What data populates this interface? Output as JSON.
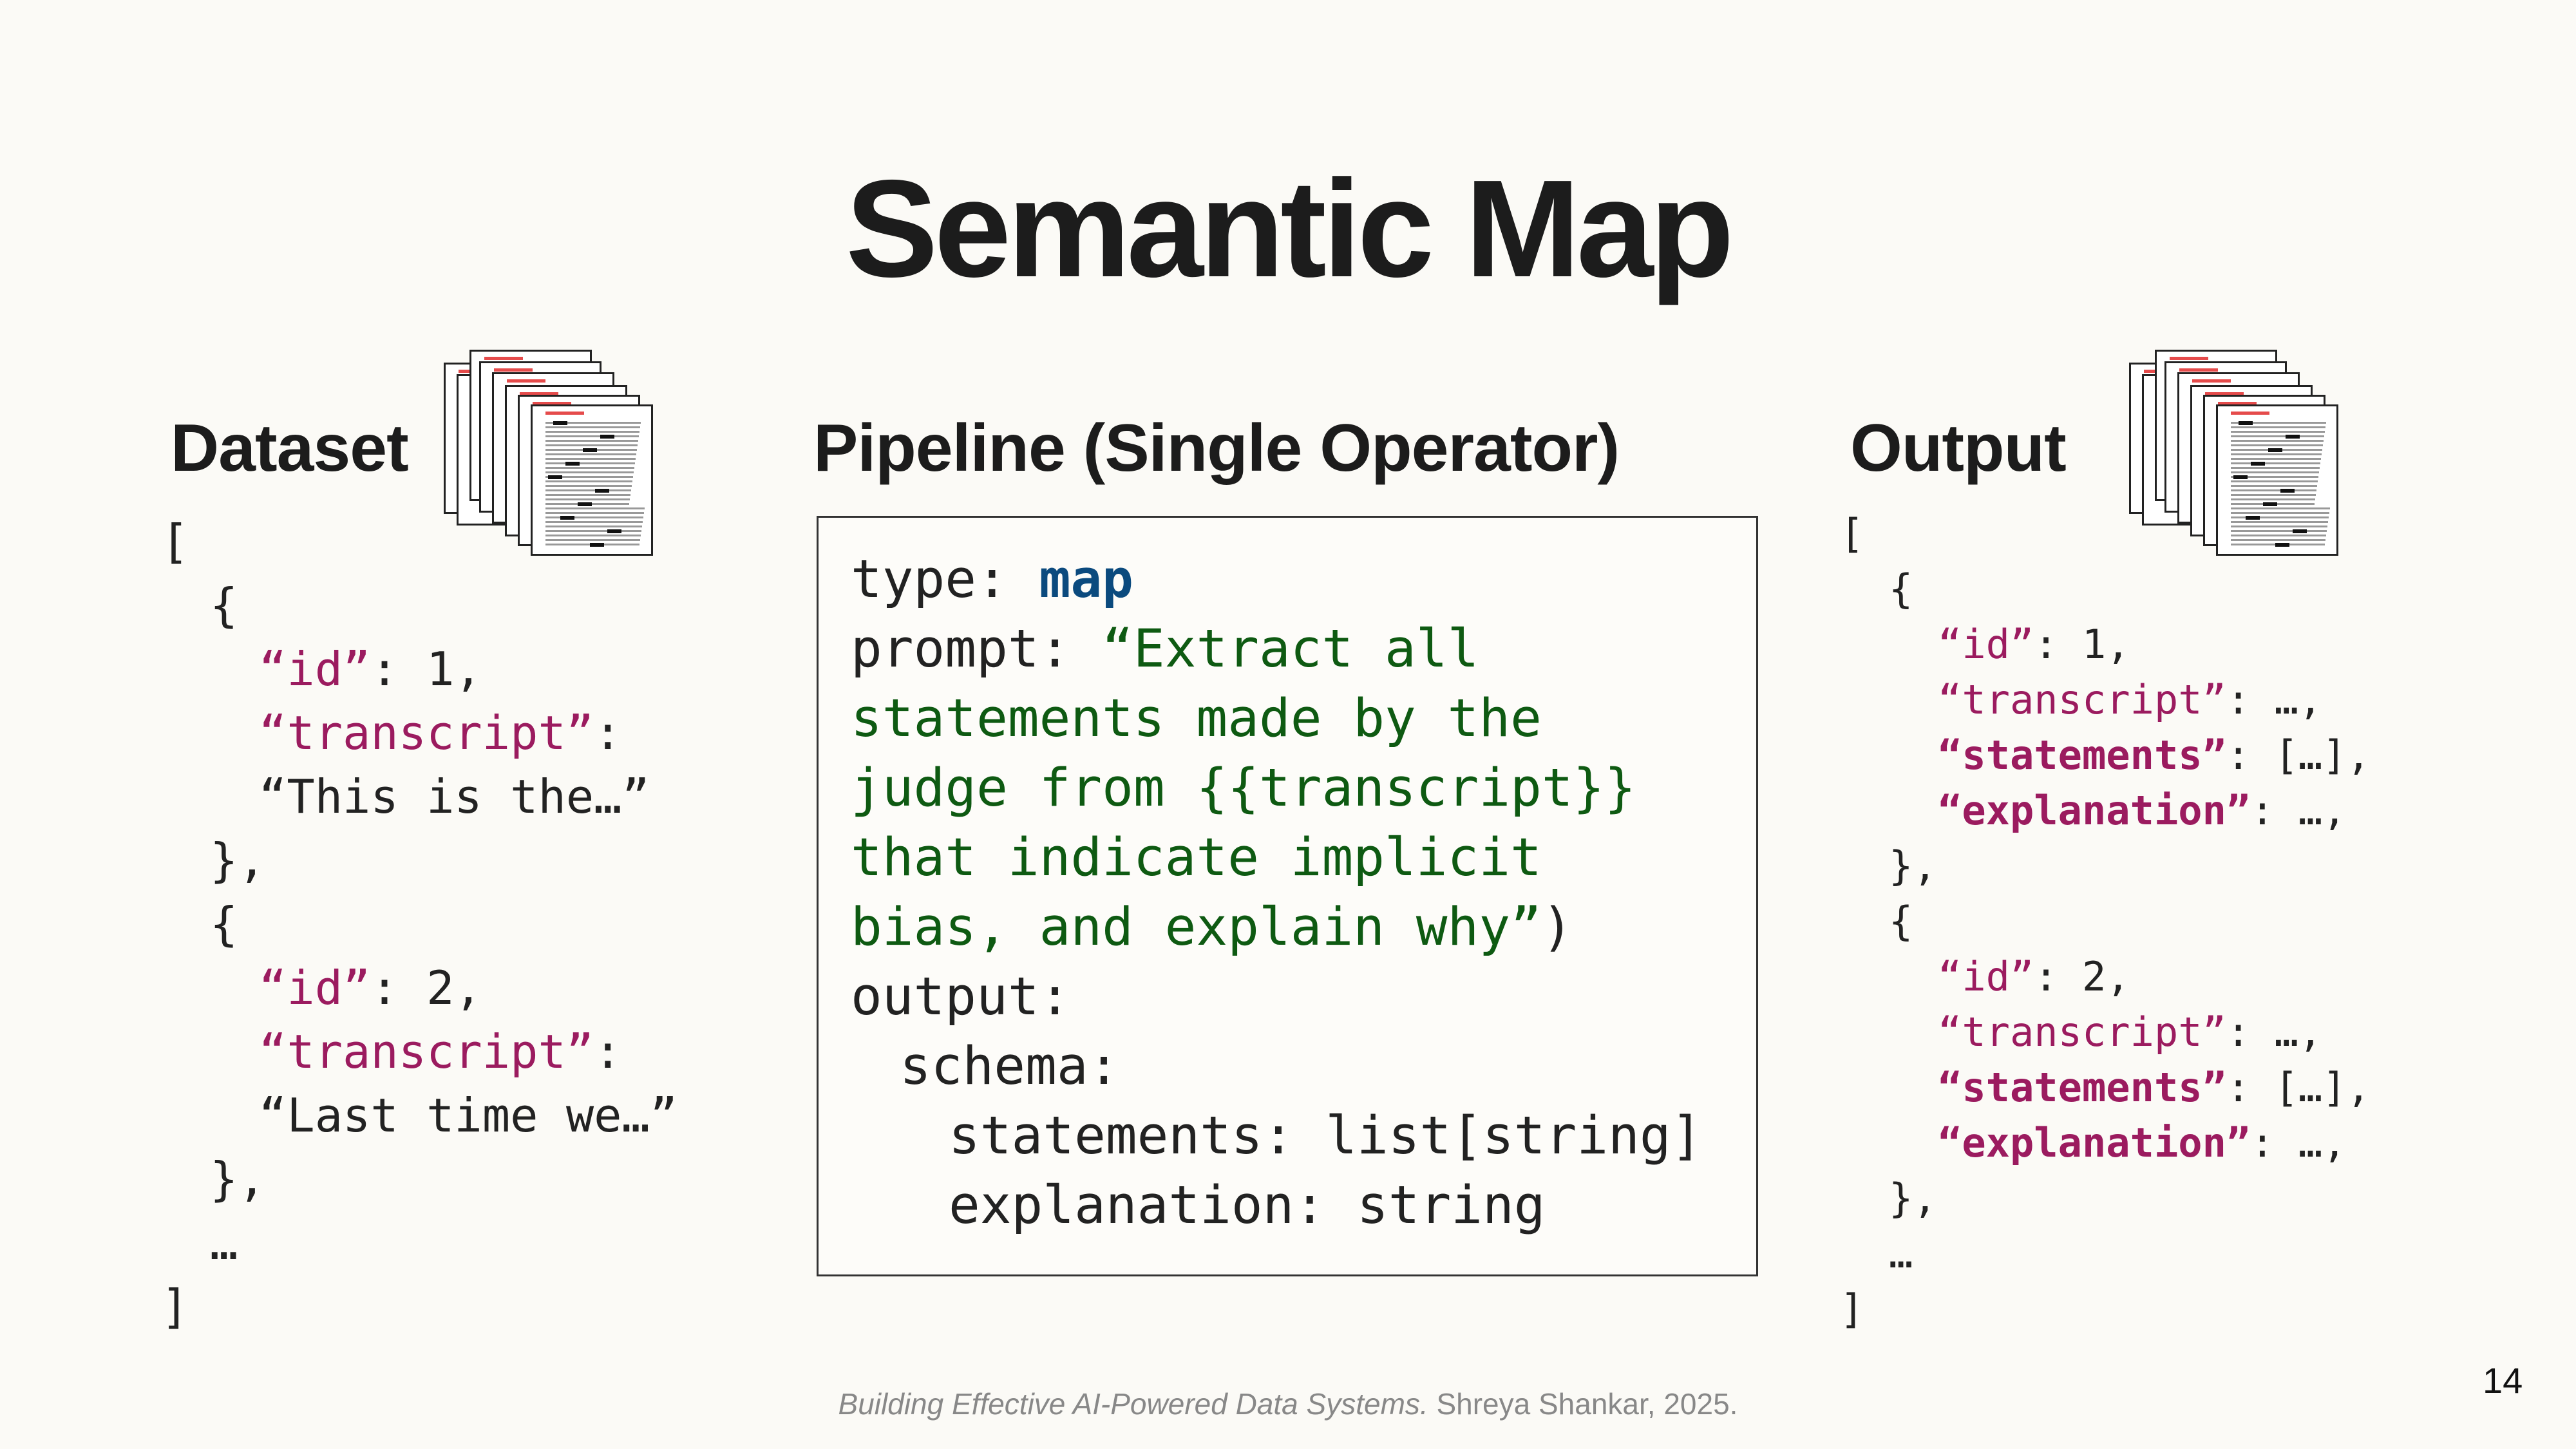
{
  "slide": {
    "title": "Semantic Map",
    "page_number": "14",
    "footer": {
      "citation_title": "Building Effective AI-Powered Data Systems.",
      "citation_rest": " Shreya Shankar, 2025."
    }
  },
  "dataset": {
    "heading": "Dataset",
    "icon": "document-stack-icon",
    "lines": [
      {
        "indent": 0,
        "segments": [
          {
            "text": "[",
            "style": "plain"
          }
        ]
      },
      {
        "indent": 1,
        "segments": [
          {
            "text": "{",
            "style": "plain"
          }
        ]
      },
      {
        "indent": 2,
        "segments": [
          {
            "text": "“id”",
            "style": "key"
          },
          {
            "text": ": 1,",
            "style": "plain"
          }
        ]
      },
      {
        "indent": 2,
        "segments": [
          {
            "text": "“transcript”",
            "style": "key"
          },
          {
            "text": ":",
            "style": "plain"
          }
        ]
      },
      {
        "indent": 2,
        "segments": [
          {
            "text": "“This is the…”",
            "style": "plain"
          }
        ]
      },
      {
        "indent": 1,
        "segments": [
          {
            "text": "},",
            "style": "plain"
          }
        ]
      },
      {
        "indent": 1,
        "segments": [
          {
            "text": "{",
            "style": "plain"
          }
        ]
      },
      {
        "indent": 2,
        "segments": [
          {
            "text": "“id”",
            "style": "key"
          },
          {
            "text": ": 2,",
            "style": "plain"
          }
        ]
      },
      {
        "indent": 2,
        "segments": [
          {
            "text": "“transcript”",
            "style": "key"
          },
          {
            "text": ":",
            "style": "plain"
          }
        ]
      },
      {
        "indent": 2,
        "segments": [
          {
            "text": "“Last time we…”",
            "style": "plain"
          }
        ]
      },
      {
        "indent": 1,
        "segments": [
          {
            "text": "},",
            "style": "plain"
          }
        ]
      },
      {
        "indent": 1,
        "segments": [
          {
            "text": "…",
            "style": "plain"
          }
        ]
      },
      {
        "indent": 0,
        "segments": [
          {
            "text": "]",
            "style": "plain"
          }
        ]
      }
    ]
  },
  "pipeline": {
    "heading": "Pipeline (Single Operator)",
    "lines": [
      {
        "indent": 0,
        "segments": [
          {
            "text": "type: ",
            "style": "plain"
          },
          {
            "text": "map",
            "style": "kw"
          }
        ]
      },
      {
        "indent": 0,
        "segments": [
          {
            "text": "prompt: ",
            "style": "plain"
          },
          {
            "text": "“Extract all",
            "style": "str"
          }
        ]
      },
      {
        "indent": 0,
        "segments": [
          {
            "text": "statements made by the",
            "style": "str"
          }
        ]
      },
      {
        "indent": 0,
        "segments": [
          {
            "text": "judge from {{transcript}}",
            "style": "str"
          }
        ]
      },
      {
        "indent": 0,
        "segments": [
          {
            "text": "that indicate implicit",
            "style": "str"
          }
        ]
      },
      {
        "indent": 0,
        "segments": [
          {
            "text": "bias, and explain why”",
            "style": "str"
          },
          {
            "text": ")",
            "style": "plain"
          }
        ]
      },
      {
        "indent": 0,
        "segments": [
          {
            "text": "output:",
            "style": "plain"
          }
        ]
      },
      {
        "indent": 1,
        "segments": [
          {
            "text": "schema:",
            "style": "plain"
          }
        ]
      },
      {
        "indent": 2,
        "segments": [
          {
            "text": "statements: list[string]",
            "style": "plain"
          }
        ]
      },
      {
        "indent": 2,
        "segments": [
          {
            "text": "explanation: string",
            "style": "plain"
          }
        ]
      }
    ]
  },
  "output": {
    "heading": "Output",
    "icon": "document-stack-icon",
    "lines": [
      {
        "indent": 0,
        "segments": [
          {
            "text": "[",
            "style": "plain"
          }
        ]
      },
      {
        "indent": 1,
        "segments": [
          {
            "text": "{",
            "style": "plain"
          }
        ]
      },
      {
        "indent": 2,
        "segments": [
          {
            "text": "“id”",
            "style": "key"
          },
          {
            "text": ": 1,",
            "style": "plain"
          }
        ]
      },
      {
        "indent": 2,
        "segments": [
          {
            "text": "“transcript”",
            "style": "key"
          },
          {
            "text": ": …,",
            "style": "plain"
          }
        ]
      },
      {
        "indent": 2,
        "segments": [
          {
            "text": "“statements”",
            "style": "keyb"
          },
          {
            "text": ": […],",
            "style": "plain"
          }
        ]
      },
      {
        "indent": 2,
        "segments": [
          {
            "text": "“explanation”",
            "style": "keyb"
          },
          {
            "text": ": …,",
            "style": "plain"
          }
        ]
      },
      {
        "indent": 1,
        "segments": [
          {
            "text": "},",
            "style": "plain"
          }
        ]
      },
      {
        "indent": 1,
        "segments": [
          {
            "text": "{",
            "style": "plain"
          }
        ]
      },
      {
        "indent": 2,
        "segments": [
          {
            "text": "“id”",
            "style": "key"
          },
          {
            "text": ": 2,",
            "style": "plain"
          }
        ]
      },
      {
        "indent": 2,
        "segments": [
          {
            "text": "“transcript”",
            "style": "key"
          },
          {
            "text": ": …,",
            "style": "plain"
          }
        ]
      },
      {
        "indent": 2,
        "segments": [
          {
            "text": "“statements”",
            "style": "keyb"
          },
          {
            "text": ": […],",
            "style": "plain"
          }
        ]
      },
      {
        "indent": 2,
        "segments": [
          {
            "text": "“explanation”",
            "style": "keyb"
          },
          {
            "text": ": …,",
            "style": "plain"
          }
        ]
      },
      {
        "indent": 1,
        "segments": [
          {
            "text": "},",
            "style": "plain"
          }
        ]
      },
      {
        "indent": 1,
        "segments": [
          {
            "text": "…",
            "style": "plain"
          }
        ]
      },
      {
        "indent": 0,
        "segments": [
          {
            "text": "]",
            "style": "plain"
          }
        ]
      }
    ]
  },
  "colors": {
    "background": "#fbfaf6",
    "json_key": "#9b1b5f",
    "prompt_string": "#0e5a12",
    "operator_keyword": "#0b4a7e"
  }
}
